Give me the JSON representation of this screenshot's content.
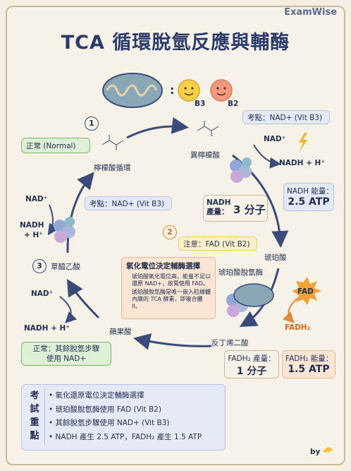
{
  "brand": "ExamWise",
  "title": "TCA 循環脫氫反應與輔酶",
  "vitamins": {
    "colon": ":",
    "b3": "B3",
    "b2": "B2"
  },
  "steps": {
    "one": "1",
    "two": "2",
    "three": "3"
  },
  "molecules": {
    "citrate": "檸檬酸循環",
    "isocitrate": "異檸檬酸",
    "succinate": "琥珀酸",
    "fumarate": "反丁烯二酸",
    "malate": "蘋果酸",
    "oxaloacetate": "草醯乙酸"
  },
  "enzyme": "琥珀酸脫氫酶",
  "cofactors": {
    "nad_top": "NAD⁺",
    "nadh_top": "NADH + H⁺",
    "nad_left": "NAD⁺",
    "nadh_left_1": "NADH",
    "nadh_left_2": "+ H⁺",
    "nad_bottom": "NAD⁺",
    "nadh_bottom": "NADH + H⁺",
    "fad": "FAD",
    "fadh2": "FADH₂"
  },
  "boxes": {
    "normal_top": "正常 (Normal)",
    "exam_point_1": "考點：NAD+ (Vit B3)",
    "exam_point_2": "考點：NAD+ (Vit B3)",
    "nadh_energy_label": "NADH 能量：",
    "nadh_energy_value": "2.5 ATP",
    "nadh_yield_label_1": "NADH",
    "nadh_yield_label_2": "產量：",
    "nadh_yield_value": "3 分子",
    "note_fad": "注意：FAD (Vit B2)",
    "redox_title": "氧化電位決定輔酶選擇",
    "redox_bullets": [
      "琥珀酸氧化電位高，能量不足以還原 NAD+，故需使用 FAD。",
      "琥珀酸脫氫酶是唯一嵌入粒線體內膜的 TCA 酵素，即複合體 II。"
    ],
    "normal_bottom_1": "正常：其餘脫氫步驟",
    "normal_bottom_2": "使用 NAD+",
    "fadh2_yield_label": "FADH₂ 產量：",
    "fadh2_yield_value": "1 分子",
    "fadh2_energy_label": "FADH₂ 能量：",
    "fadh2_energy_value": "1.5 ATP"
  },
  "key_points": {
    "heading": [
      "考",
      "試",
      "重",
      "點"
    ],
    "items": [
      "氧化還原電位決定輔酶選擇",
      "琥珀酸脫氫酶使用 FAD (Vit B2)",
      "其餘脫氫步驟使用 NAD+ (Vit B3)",
      "NADH 產生 2.5 ATP，FADH₂ 產生 1.5 ATP"
    ]
  },
  "footer": "by"
}
